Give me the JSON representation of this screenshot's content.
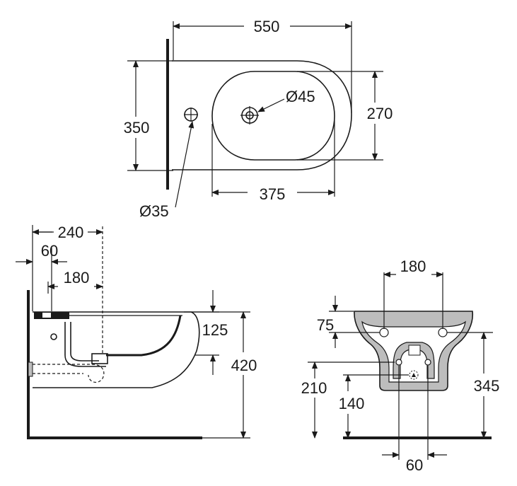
{
  "top_view": {
    "width_total": "550",
    "depth_total": "350",
    "bowl_depth": "270",
    "bowl_length": "375",
    "tap_hole": "Ø45",
    "fixing_hole": "Ø35"
  },
  "side_view": {
    "drain_distance": "240",
    "wall_offset": "60",
    "inner_offset": "180",
    "rim_to_bowl": "125",
    "height_total": "420"
  },
  "back_view": {
    "bolt_spacing": "180",
    "bolt_from_top": "75",
    "inlet_height": "210",
    "waste_height": "140",
    "bolt_height": "345",
    "lower_spacing": "60"
  },
  "colors": {
    "line": "#1a1a1a",
    "fill": "#bdbdbd"
  }
}
